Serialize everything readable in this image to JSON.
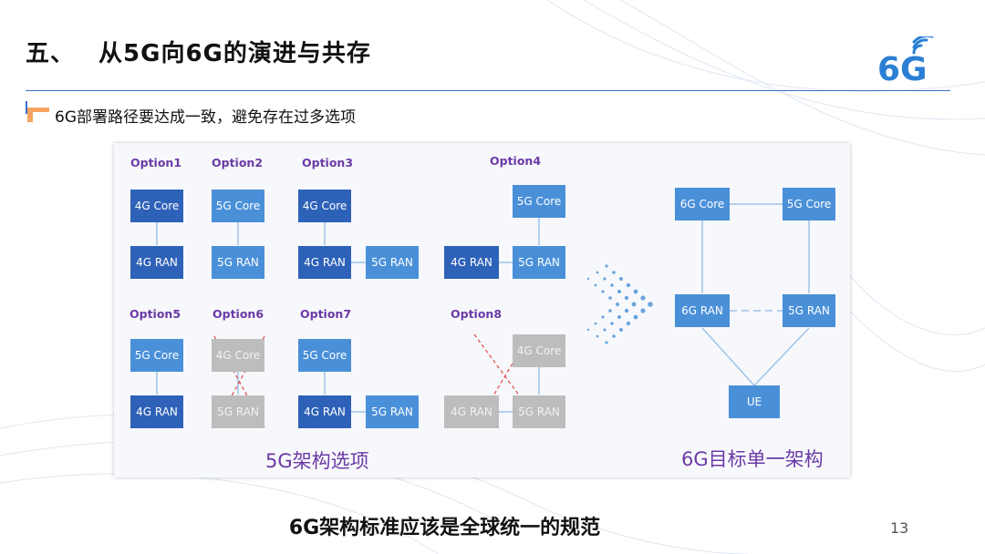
{
  "header": {
    "number": "五、",
    "title": "从5G向6G的演进与共存"
  },
  "logo": {
    "text": "6G"
  },
  "subtitle": "6G部署路径要达成一致，避免存在过多选项",
  "figure": {
    "options": [
      "Option1",
      "Option2",
      "Option3",
      "Option4",
      "Option5",
      "Option6",
      "Option7",
      "Option8"
    ],
    "labels": {
      "c4": "4G Core",
      "c5": "5G Core",
      "c6": "6G Core",
      "r4": "4G RAN",
      "r5": "5G RAN",
      "r6": "6G RAN",
      "ue": "UE"
    },
    "caption_left": "5G架构选项",
    "caption_right": "6G目标单一架构",
    "colors": {
      "dark_box": "#2e62b8",
      "light_box": "#4a90d9",
      "disabled_box": "#bdbdbd",
      "option_text": "#6a3aa6",
      "cross": "#e05555"
    }
  },
  "footer": {
    "text": "6G架构标准应该是全球统一的规范"
  },
  "page": {
    "number": "13"
  }
}
